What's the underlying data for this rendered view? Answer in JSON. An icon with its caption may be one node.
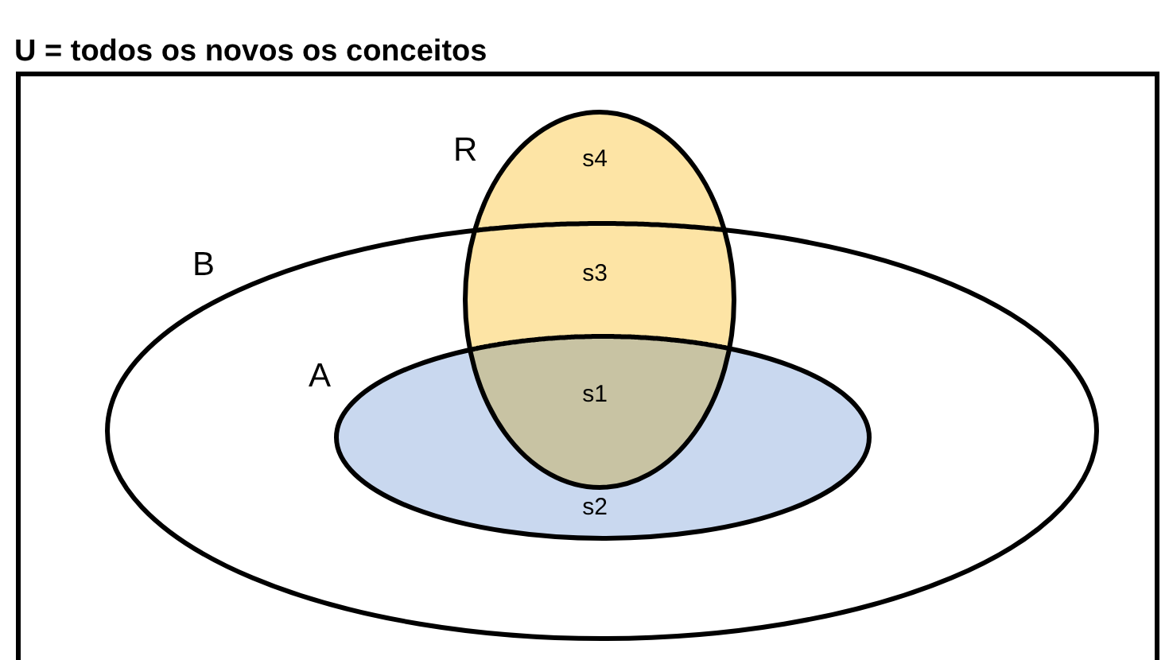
{
  "diagram": {
    "nodes": [
      {
        "text": [
          "U = todos os novos os conceitos"
        ]
      },
      {
        "text": [
          "B"
        ],
        "in": 0
      },
      {
        "text": [
          "A"
        ],
        "in": 1
      },
      {
        "text": [
          "R"
        ],
        "in": 0
      }
    ],
    "edges": [],
    "labels": [
      "s4",
      "s3",
      "s1",
      "s2"
    ]
  }
}
